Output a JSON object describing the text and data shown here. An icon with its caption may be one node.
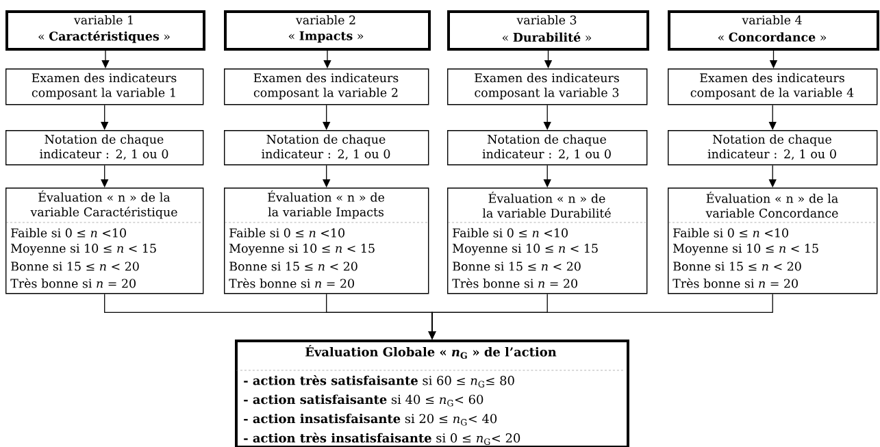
{
  "diagram": {
    "nodes": [
      {
        "text": [
          "variable 1",
          "« **Caractéristiques** »"
        ]
      },
      {
        "text": [
          "variable 2",
          "« **Impacts** »"
        ]
      },
      {
        "text": [
          "variable 3",
          "« **Durabilité** »"
        ]
      },
      {
        "text": [
          "variable 4",
          "« **Concordance** »"
        ]
      },
      {
        "text": [
          "Examen des indicateurs composant la variable 1"
        ]
      },
      {
        "text": [
          "Examen des indicateurs composant la variable 2"
        ]
      },
      {
        "text": [
          "Examen des indicateurs composant la variable 3"
        ]
      },
      {
        "text": [
          "Examen des indicateurs composant de la variable 4"
        ]
      },
      {
        "text": [
          "Notation de chaque indicateur : 2, 1 ou 0"
        ]
      },
      {
        "text": [
          "Notation de chaque indicateur : 2, 1 ou 0"
        ]
      },
      {
        "text": [
          "Notation de chaque indicateur : 2, 1 ou 0"
        ]
      },
      {
        "text": [
          "Notation de chaque indicateur : 2, 1 ou 0"
        ]
      },
      {
        "text": [
          "Évaluation « n » de la variable Caractéristique",
          "Faible si 0 ≤ *n* <10",
          "Moyenne si 10 ≤ *n* < 15",
          "Bonne si 15 ≤ *n* < 20",
          "Très bonne si *n* = 20"
        ]
      },
      {
        "text": [
          "Évaluation « n » de la variable Impacts",
          "Faible si 0 ≤ *n* <10",
          "Moyenne si 10 ≤ *n* < 15",
          "Bonne si 15 ≤ *n* < 20",
          "Très bonne si *n* = 20"
        ]
      },
      {
        "text": [
          "Évaluation « n » de la variable Durabilité",
          "Faible si 0 ≤ *n* <10",
          "Moyenne si 10 ≤ *n* < 15",
          "Bonne si 15 ≤ *n* < 20",
          "Très bonne si *n* = 20"
        ]
      },
      {
        "text": [
          "Évaluation « n » de la variable Concordance",
          "Faible si 0 ≤ *n* <10",
          "Moyenne si 10 ≤ *n* < 15",
          "Bonne si 15 ≤ *n* < 20",
          "Très bonne si *n* = 20"
        ]
      },
      {
        "text": [
          "Évaluation Globale « *n*$_{G}$ » de l’action",
          "**- action très satisfaisante** si 60 ≤ *n*$_{G}$≤ 80",
          "**- action satisfaisante** si 40 ≤ *n*$_{G}$< 60",
          "**- action insatisfaisante** si 20 ≤ *n*$_{G}$< 40",
          "**- action très insatisfaisante** si 0 ≤ *n*$_{G}$< 20"
        ]
      }
    ],
    "edges": [
      {
        "from": 0,
        "to": 4,
        "arrow": "to"
      },
      {
        "from": 4,
        "to": 8,
        "arrow": "to"
      },
      {
        "from": 8,
        "to": 12,
        "arrow": "to"
      },
      {
        "from": 1,
        "to": 5,
        "arrow": "to"
      },
      {
        "from": 5,
        "to": 9,
        "arrow": "to"
      },
      {
        "from": 9,
        "to": 13,
        "arrow": "to"
      },
      {
        "from": 2,
        "to": 6,
        "arrow": "to"
      },
      {
        "from": 6,
        "to": 10,
        "arrow": "to"
      },
      {
        "from": 10,
        "to": 14,
        "arrow": "to"
      },
      {
        "from": 3,
        "to": 7,
        "arrow": "to"
      },
      {
        "from": 7,
        "to": 11,
        "arrow": "to"
      },
      {
        "from": 11,
        "to": 15,
        "arrow": "to"
      },
      {
        "from": 12,
        "to": 16,
        "arrow": "to"
      },
      {
        "from": 13,
        "to": 16,
        "arrow": "to"
      },
      {
        "from": 14,
        "to": 16,
        "arrow": "to"
      },
      {
        "from": 15,
        "to": 16,
        "arrow": "to"
      }
    ]
  }
}
